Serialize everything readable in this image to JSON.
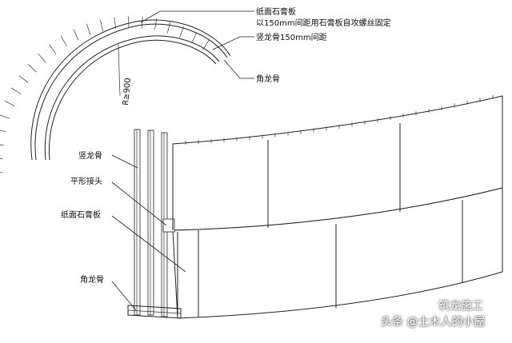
{
  "labels": {
    "top_board": "纸面石膏板",
    "top_screw_note": "以150mm间距用石膏板自攻螺丝固定",
    "top_stud": "竖龙骨150mm间距",
    "top_corner": "角龙骨",
    "radius": "R≥900",
    "left_stud": "竖龙骨",
    "left_joint": "平形接头",
    "left_board": "纸面石膏板",
    "left_corner": "角龙骨"
  },
  "watermark": {
    "logo_text": "筑龙施工",
    "credit": "头条 @土木人的小屋"
  },
  "colors": {
    "line": "#222222",
    "background": "#ffffff"
  }
}
